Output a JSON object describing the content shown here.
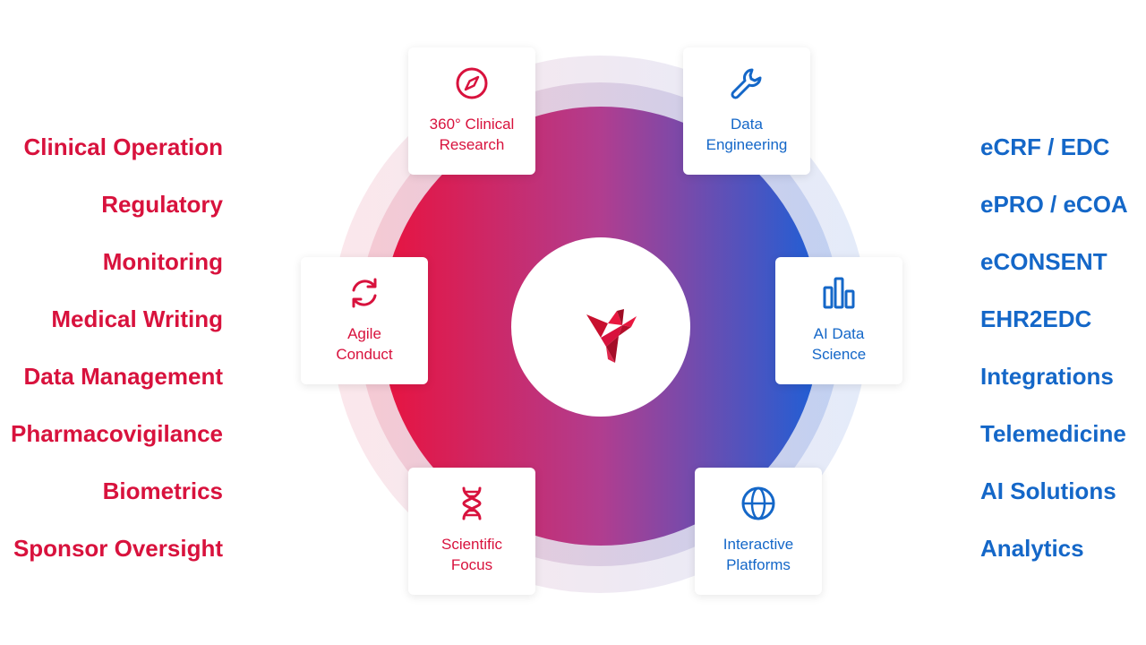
{
  "colors": {
    "red": "#d8123d",
    "blue": "#1467c8"
  },
  "left_list": [
    "Clinical Operation",
    "Regulatory",
    "Monitoring",
    "Medical Writing",
    "Data Management",
    "Pharmacovigilance",
    "Biometrics",
    "Sponsor Oversight"
  ],
  "right_list": [
    "eCRF / EDC",
    "ePRO / eCOA",
    "eCONSENT",
    "EHR2EDC",
    "Integrations",
    "Telemedicine",
    "AI Solutions",
    "Analytics"
  ],
  "cards": {
    "clinical_research": {
      "line1": "360° Clinical",
      "line2": "Research",
      "icon": "compass-icon"
    },
    "data_engineering": {
      "line1": "Data",
      "line2": "Engineering",
      "icon": "wrench-icon"
    },
    "agile_conduct": {
      "line1": "Agile",
      "line2": "Conduct",
      "icon": "refresh-icon"
    },
    "ai_data_science": {
      "line1": "AI Data",
      "line2": "Science",
      "icon": "bar-chart-icon"
    },
    "scientific_focus": {
      "line1": "Scientific",
      "line2": "Focus",
      "icon": "dna-icon"
    },
    "interactive_platforms": {
      "line1": "Interactive",
      "line2": "Platforms",
      "icon": "globe-icon"
    }
  },
  "center": {
    "icon": "origami-bird-logo"
  }
}
